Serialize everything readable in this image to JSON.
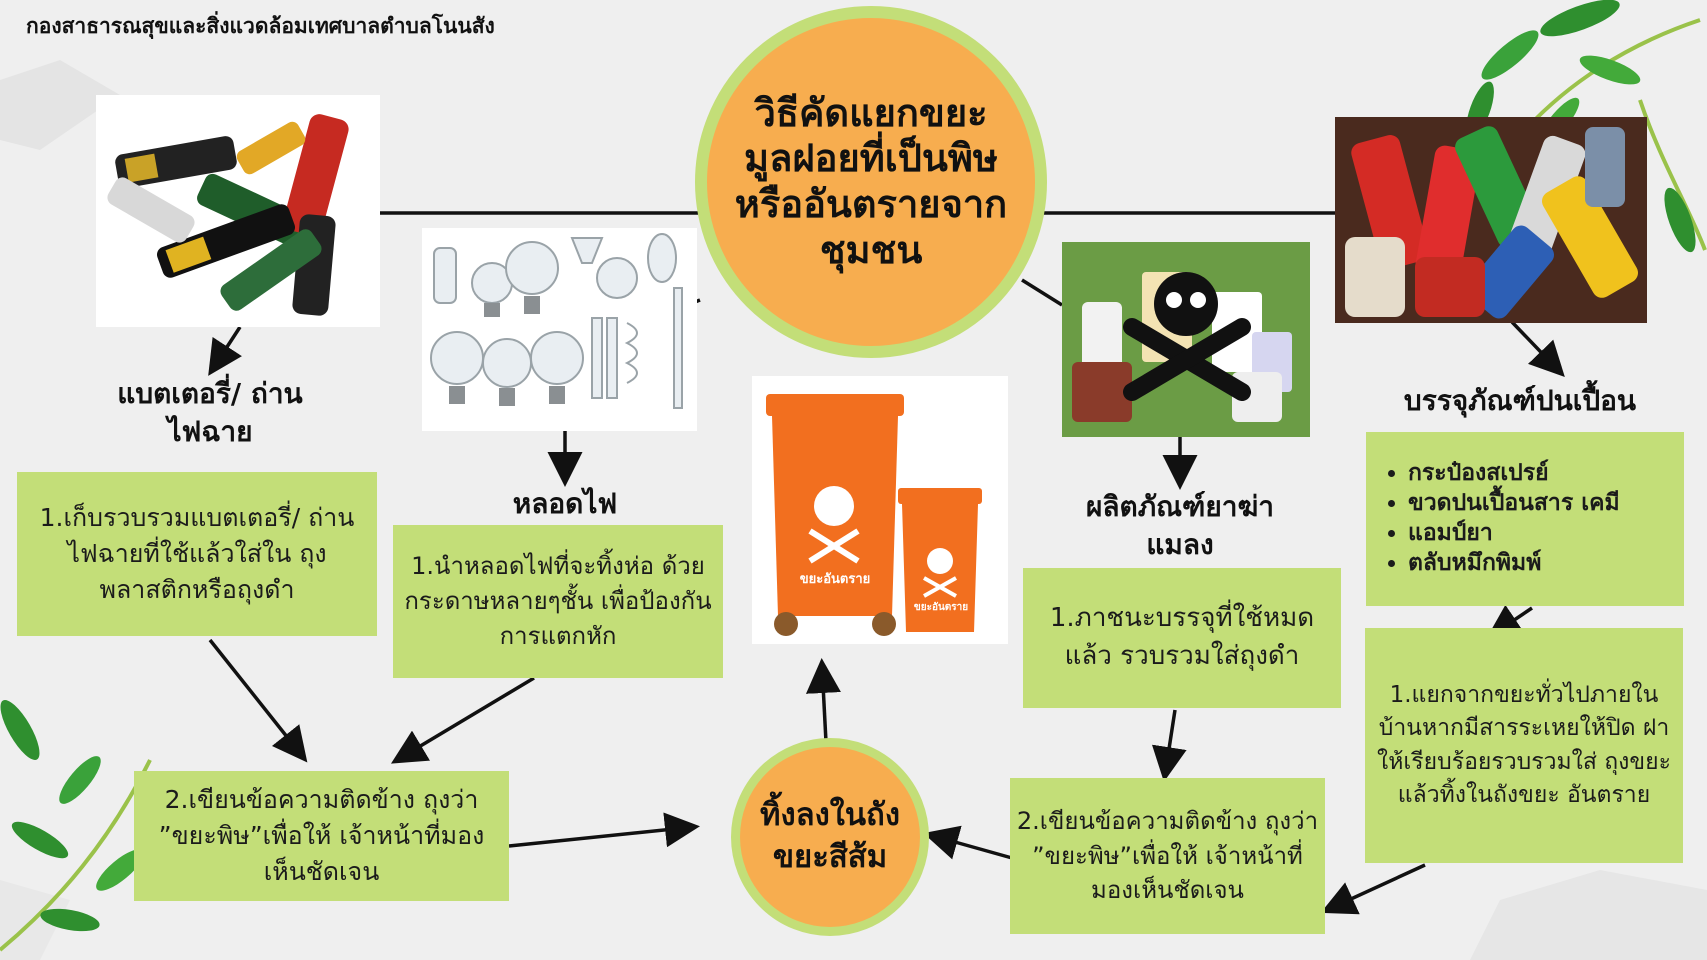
{
  "org_name": "กองสาธารณสุขและสิ่งแวดล้อมเทศบาลตำบลโนนสัง",
  "center_title": "วิธีคัดแยกขยะมูลฝอยที่เป็นพิษหรืออันตรายจากชุมชน",
  "headings": {
    "battery": "แบตเตอรี่/ ถ่านไฟฉาย",
    "bulb": "หลอดไฟ",
    "pesticide": "ผลิตภัณฑ์ยาฆ่าแมลง",
    "container": "บรรจุภัณฑ์ปนเปื้อน"
  },
  "boxes": {
    "battery_step1": "1.เก็บรวบรวมแบตเตอรี่/ ถ่านไฟฉายที่ใช้แล้วใส่ใน ถุงพลาสติกหรือถุงดำ",
    "bulb_step1": "1.นำหลอดไฟที่จะทิ้งห่อ ด้วยกระดาษหลายๆชั้น เพื่อป้องกันการแตกหัก",
    "pesticide_step1": "1.ภาชนะบรรจุที่ใช้หมด แล้ว รวบรวมใส่ถุงดำ",
    "container_step1": "1.แยกจากขยะทั่วไปภายใน บ้านหากมีสารระเหยให้ปิด ฝาให้เรียบร้อยรวบรวมใส่ ถุงขยะแล้วทิ้งในถังขยะ อันตราย",
    "left_step2": "2.เขียนข้อความติดข้าง ถุงว่า  ”ขยะพิษ”เพื่อให้ เจ้าหน้าที่มองเห็นชัดเจน",
    "right_step2": "2.เขียนข้อความติดข้าง ถุงว่า  ”ขยะพิษ”เพื่อให้ เจ้าหน้าที่มองเห็นชัดเจน"
  },
  "container_items": [
    "กระป๋องสเปรย์",
    "ขวดปนเปื้อนสาร เคมี",
    "แอมป์ยา",
    "ตลับหมึกพิมพ์"
  ],
  "bottom_circle": "ทิ้งลงในถัง ขยะสีส้ม",
  "bin_labels": {
    "large": "ขยะอันตราย",
    "small": "ขยะอันตราย"
  },
  "colors": {
    "box_green": "#c3de78",
    "circle_orange": "#f7ad4f",
    "ring_green": "#c3de78",
    "bin_orange": "#f26f1f"
  }
}
